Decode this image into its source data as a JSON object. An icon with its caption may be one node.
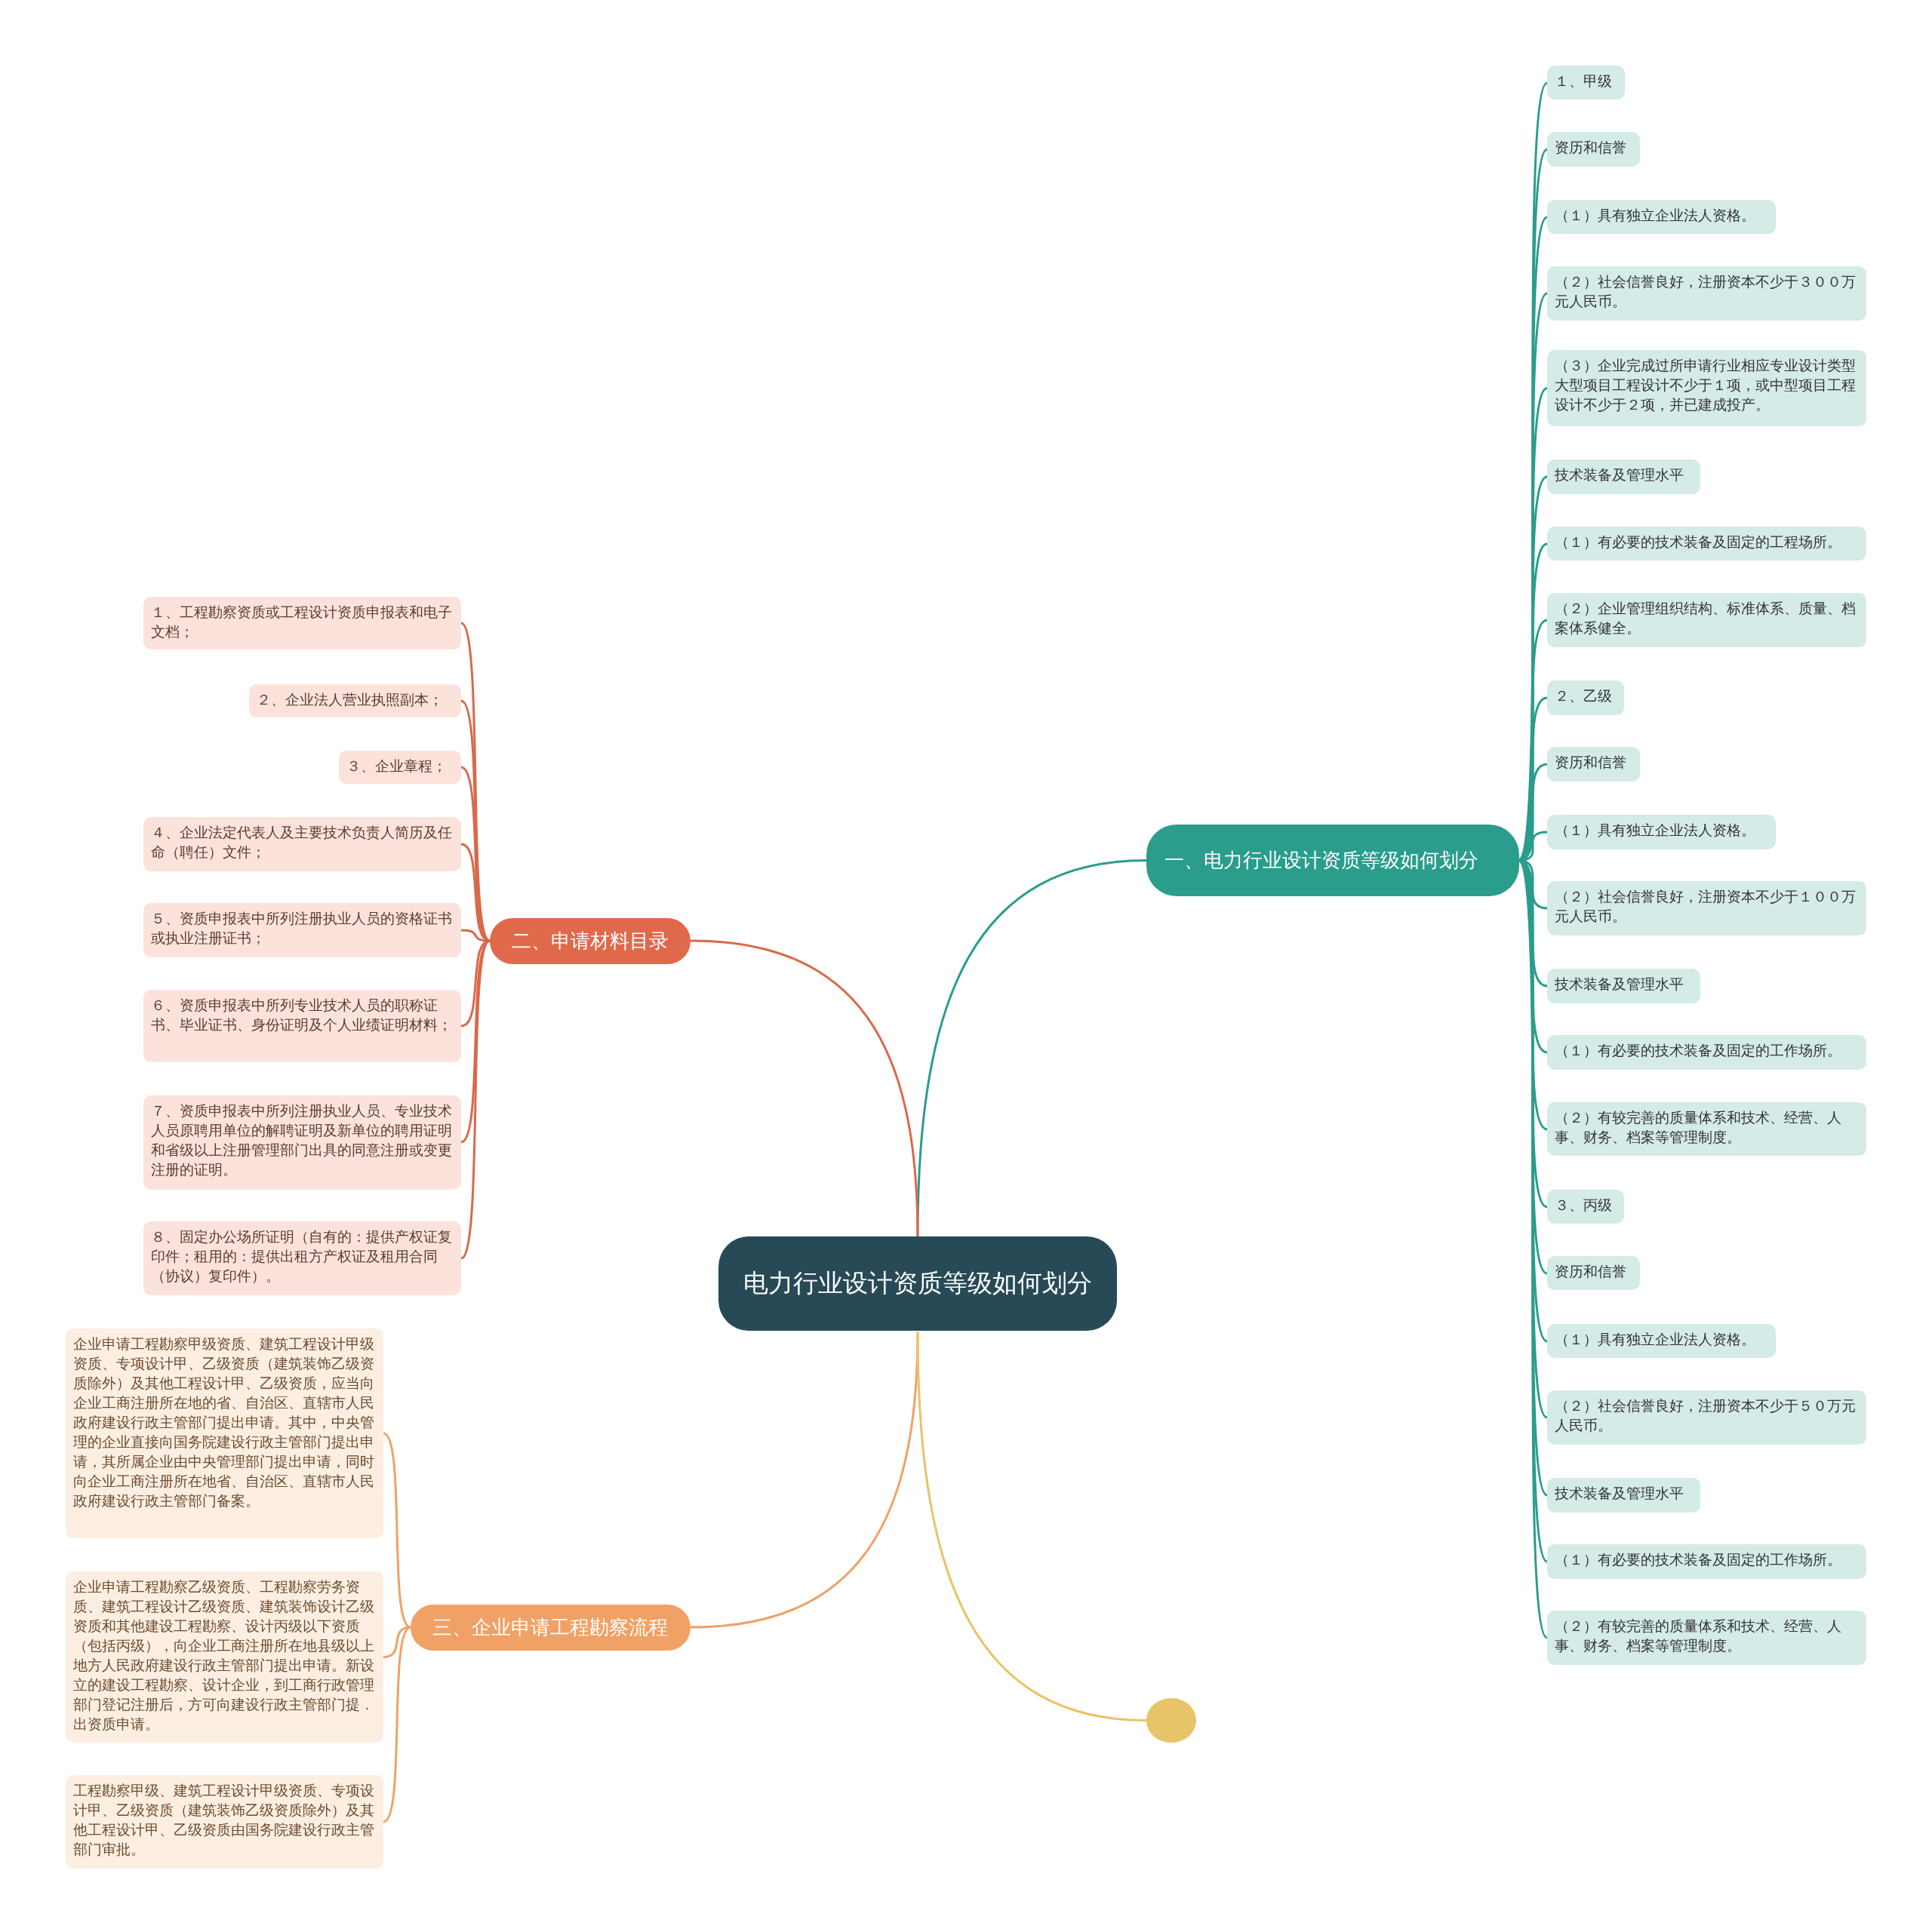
{
  "diagram": {
    "nodes": [
      {
        "text": [
          "电力行业设计资质等级如何划分"
        ]
      },
      {
        "text": [
          "一、电力行业设计资质等级如何划分"
        ]
      },
      {
        "text": [
          "１、甲级"
        ]
      },
      {
        "text": [
          "资历和信誉"
        ]
      },
      {
        "text": [
          "（１）具有独立企业法人资格。"
        ]
      },
      {
        "text": [
          "（２）社会信誉良好，注册资本不少于３００万元人民币。"
        ]
      },
      {
        "text": [
          "（３）企业完成过所申请行业相应专业设计类型大型项目工程设计不少于１项，或中型项目工程设计不少于２项，并已建成投产。"
        ]
      },
      {
        "text": [
          "技术装备及管理水平"
        ]
      },
      {
        "text": [
          "（１）有必要的技术装备及固定的工程场所。"
        ]
      },
      {
        "text": [
          "（２）企业管理组织结构、标准体系、质量、档案体系健全。"
        ]
      },
      {
        "text": [
          "２、乙级"
        ]
      },
      {
        "text": [
          "资历和信誉"
        ]
      },
      {
        "text": [
          "（１）具有独立企业法人资格。"
        ]
      },
      {
        "text": [
          "（２）社会信誉良好，注册资本不少于１００万元人民币。"
        ]
      },
      {
        "text": [
          "技术装备及管理水平"
        ]
      },
      {
        "text": [
          "（１）有必要的技术装备及固定的工作场所。"
        ]
      },
      {
        "text": [
          "（２）有较完善的质量体系和技术、经营、人事、财务、档案等管理制度。"
        ]
      },
      {
        "text": [
          "３、丙级"
        ]
      },
      {
        "text": [
          "资历和信誉"
        ]
      },
      {
        "text": [
          "（１）具有独立企业法人资格。"
        ]
      },
      {
        "text": [
          "（２）社会信誉良好，注册资本不少于５０万元人民币。"
        ]
      },
      {
        "text": [
          "技术装备及管理水平"
        ]
      },
      {
        "text": [
          "（１）有必要的技术装备及固定的工作场所。"
        ]
      },
      {
        "text": [
          "（２）有较完善的质量体系和技术、经营、人事、财务、档案等管理制度。"
        ]
      },
      {
        "text": [
          "二、申请材料目录"
        ]
      },
      {
        "text": [
          "１、工程勘察资质或工程设计资质申报表和电子文档；"
        ]
      },
      {
        "text": [
          "２、企业法人营业执照副本；"
        ]
      },
      {
        "text": [
          "３、企业章程；"
        ]
      },
      {
        "text": [
          "４、企业法定代表人及主要技术负责人简历及任命（聘任）文件；"
        ]
      },
      {
        "text": [
          "５、资质申报表中所列注册执业人员的资格证书或执业注册证书；"
        ]
      },
      {
        "text": [
          "６、资质申报表中所列专业技术人员的职称证书、毕业证书、身份证明及个人业绩证明材料；"
        ]
      },
      {
        "text": [
          "７、资质申报表中所列注册执业人员、专业技术人员原聘用单位的解聘证明及新单位的聘用证明和省级以上注册管理部门出具的同意注册或变更注册的证明。"
        ]
      },
      {
        "text": [
          "８、固定办公场所证明（自有的：提供产权证复印件；租用的：提供出租方产权证及租用合同（协议）复印件）。"
        ]
      },
      {
        "text": [
          "三、企业申请工程勘察流程"
        ]
      },
      {
        "text": [
          "企业申请工程勘察甲级资质、建筑工程设计甲级资质、专项设计甲、乙级资质（建筑装饰乙级资质除外）及其他工程设计甲、乙级资质，应当向企业工商注册所在地的省、自治区、直辖市人民政府建设行政主管部门提出申请。其中，中央管理的企业直接向国务院建设行政主管部门提出申请，其所属企业由中央管理部门提出申请，同时向企业工商注册所在地省、自治区、直辖市人民政府建设行政主管部门备案。"
        ]
      },
      {
        "text": [
          "企业申请工程勘察乙级资质、工程勘察劳务资质、建筑工程设计乙级资质、建筑装饰设计乙级资质和其他建设工程勘察、设计丙级以下资质（包括丙级），向企业工商注册所在地县级以上地方人民政府建设行政主管部门提出申请。新设立的建设工程勘察、设计企业，到工商行政管理部门登记注册后，方可向建设行政主管部门提．出资质申请。"
        ]
      },
      {
        "text": [
          "工程勘察甲级、建筑工程设计甲级资质、专项设计甲、乙级资质（建筑装饰乙级资质除外）及其他工程设计甲、乙级资质由国务院建设行政主管部门审批。"
        ]
      },
      {
        "text": [],
        "shape": "circle"
      }
    ],
    "edges": [
      {
        "from": 0,
        "to": 1,
        "arrow": "none"
      },
      {
        "from": 1,
        "to": 2,
        "arrow": "none"
      },
      {
        "from": 1,
        "to": 3,
        "arrow": "none"
      },
      {
        "from": 1,
        "to": 4,
        "arrow": "none"
      },
      {
        "from": 1,
        "to": 5,
        "arrow": "none"
      },
      {
        "from": 1,
        "to": 6,
        "arrow": "none"
      },
      {
        "from": 1,
        "to": 7,
        "arrow": "none"
      },
      {
        "from": 1,
        "to": 8,
        "arrow": "none"
      },
      {
        "from": 1,
        "to": 9,
        "arrow": "none"
      },
      {
        "from": 1,
        "to": 10,
        "arrow": "none"
      },
      {
        "from": 1,
        "to": 11,
        "arrow": "none"
      },
      {
        "from": 1,
        "to": 12,
        "arrow": "none"
      },
      {
        "from": 1,
        "to": 13,
        "arrow": "none"
      },
      {
        "from": 1,
        "to": 14,
        "arrow": "none"
      },
      {
        "from": 1,
        "to": 15,
        "arrow": "none"
      },
      {
        "from": 1,
        "to": 16,
        "arrow": "none"
      },
      {
        "from": 1,
        "to": 17,
        "arrow": "none"
      },
      {
        "from": 1,
        "to": 18,
        "arrow": "none"
      },
      {
        "from": 1,
        "to": 19,
        "arrow": "none"
      },
      {
        "from": 1,
        "to": 20,
        "arrow": "none"
      },
      {
        "from": 1,
        "to": 21,
        "arrow": "none"
      },
      {
        "from": 1,
        "to": 22,
        "arrow": "none"
      },
      {
        "from": 1,
        "to": 23,
        "arrow": "none"
      },
      {
        "from": 0,
        "to": 24,
        "arrow": "none",
        "color": "#d9694a"
      },
      {
        "from": 24,
        "to": 25,
        "arrow": "none",
        "color": "#d9694a"
      },
      {
        "from": 24,
        "to": 26,
        "arrow": "none",
        "color": "#d9694a"
      },
      {
        "from": 24,
        "to": 27,
        "arrow": "none",
        "color": "#d9694a"
      },
      {
        "from": 24,
        "to": 28,
        "arrow": "none",
        "color": "#d9694a"
      },
      {
        "from": 24,
        "to": 29,
        "arrow": "none",
        "color": "#d9694a"
      },
      {
        "from": 24,
        "to": 30,
        "arrow": "none",
        "color": "#d9694a"
      },
      {
        "from": 24,
        "to": 31,
        "arrow": "none",
        "color": "#d9694a"
      },
      {
        "from": 24,
        "to": 32,
        "arrow": "none",
        "color": "#d9694a"
      },
      {
        "from": 0,
        "to": 33,
        "arrow": "none",
        "color": "#f0a165"
      },
      {
        "from": 33,
        "to": 34,
        "arrow": "none",
        "color": "#f0a165"
      },
      {
        "from": 33,
        "to": 35,
        "arrow": "none",
        "color": "#f0a165"
      },
      {
        "from": 33,
        "to": 36,
        "arrow": "none",
        "color": "#f0a165"
      },
      {
        "from": 0,
        "to": 37,
        "arrow": "none",
        "color": "#e8c468"
      }
    ]
  }
}
